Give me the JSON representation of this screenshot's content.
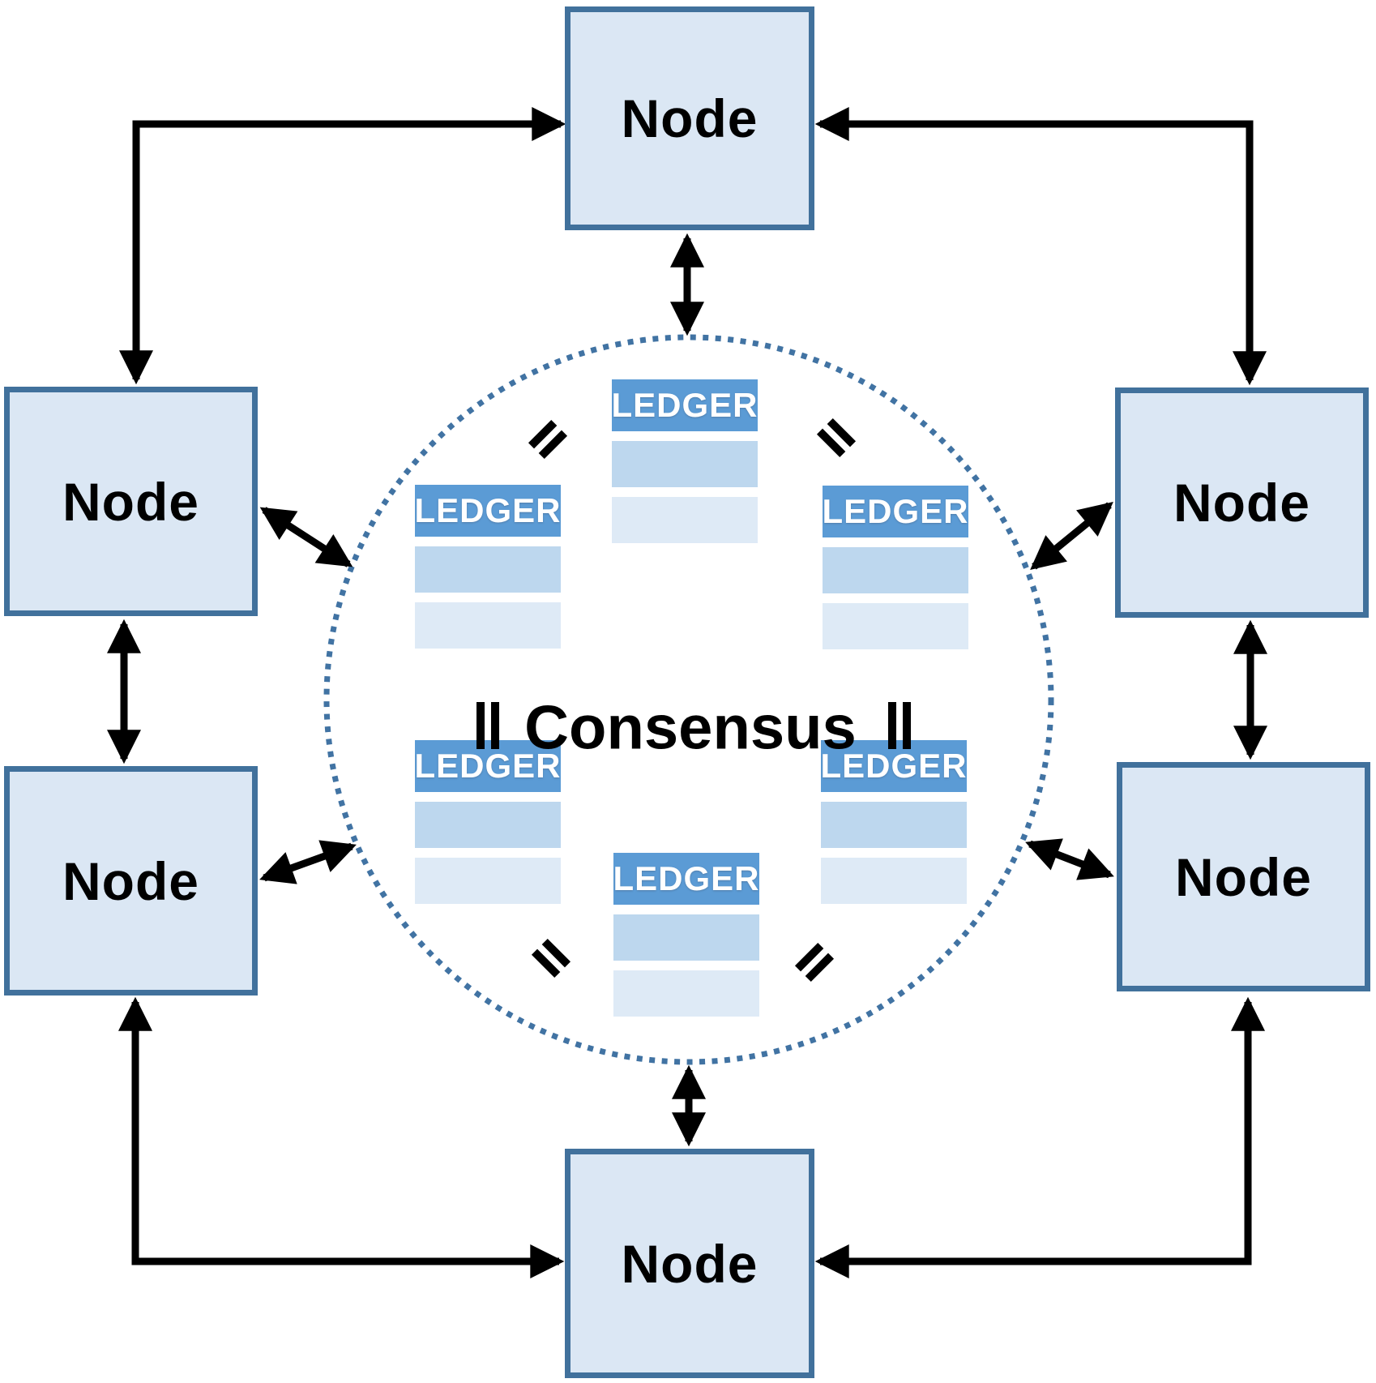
{
  "diagram_title": "",
  "consensus": {
    "label": "Consensus"
  },
  "nodes": [
    {
      "id": "top",
      "label": "Node"
    },
    {
      "id": "upper-left",
      "label": "Node"
    },
    {
      "id": "upper-right",
      "label": "Node"
    },
    {
      "id": "lower-left",
      "label": "Node"
    },
    {
      "id": "lower-right",
      "label": "Node"
    },
    {
      "id": "bottom",
      "label": "Node"
    }
  ],
  "ledgers": [
    {
      "id": "top",
      "label": "LEDGER",
      "rows": 2
    },
    {
      "id": "upper-left",
      "label": "LEDGER",
      "rows": 2
    },
    {
      "id": "upper-right",
      "label": "LEDGER",
      "rows": 2
    },
    {
      "id": "lower-left",
      "label": "LEDGER",
      "rows": 2
    },
    {
      "id": "lower-right",
      "label": "LEDGER",
      "rows": 2
    },
    {
      "id": "bottom",
      "label": "LEDGER",
      "rows": 2
    }
  ],
  "colors": {
    "node_fill": "#dbe7f4",
    "node_border": "#41719c",
    "ledger_header": "#5b9bd5",
    "ledger_row_mid": "#bdd7ee",
    "ledger_row_light": "#deeaf6",
    "circle_dot": "#4173a3",
    "arrow": "#000000",
    "text": "#000000"
  }
}
